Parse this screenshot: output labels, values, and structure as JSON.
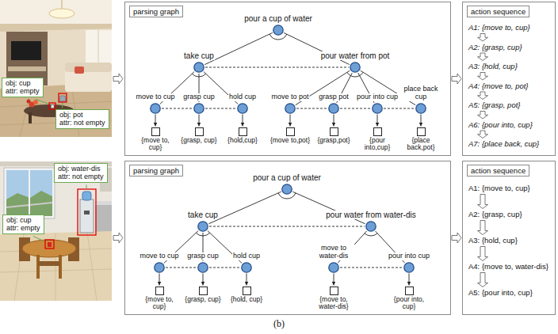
{
  "diagram": {
    "caption": "(b)",
    "nodes": [
      {
        "text": [
          "obj: cup",
          "attr: empty"
        ]
      },
      {
        "text": [
          "obj: pot",
          "attr: not empty"
        ]
      },
      {
        "text": [
          "parsing graph"
        ]
      },
      {
        "text": [
          "pour a cup of water"
        ],
        "in": 2
      },
      {
        "text": [
          "take cup"
        ],
        "in": 2
      },
      {
        "text": [
          "pour water from pot"
        ],
        "in": 2
      },
      {
        "text": [
          "move to cup"
        ],
        "in": 2
      },
      {
        "text": [
          "grasp cup"
        ],
        "in": 2
      },
      {
        "text": [
          "hold cup"
        ],
        "in": 2
      },
      {
        "text": [
          "move to pot"
        ],
        "in": 2
      },
      {
        "text": [
          "grasp pot"
        ],
        "in": 2
      },
      {
        "text": [
          "pour into cup"
        ],
        "in": 2
      },
      {
        "text": [
          "place back cup"
        ],
        "in": 2
      },
      {
        "text": [
          "{move to, cup}"
        ],
        "in": 2
      },
      {
        "text": [
          "{grasp, cup}"
        ],
        "in": 2
      },
      {
        "text": [
          "{hold,cup}"
        ],
        "in": 2
      },
      {
        "text": [
          "{move to,pot}"
        ],
        "in": 2
      },
      {
        "text": [
          "{grasp,pot}"
        ],
        "in": 2
      },
      {
        "text": [
          "{pour into,cup}"
        ],
        "in": 2
      },
      {
        "text": [
          "{place back,pot}"
        ],
        "in": 2
      },
      {
        "text": [
          "action sequence"
        ]
      },
      {
        "text": [
          "A1: {move to, cup}"
        ],
        "in": 20
      },
      {
        "text": [
          "A2: {grasp, cup}"
        ],
        "in": 20
      },
      {
        "text": [
          "A3: {hold, cup}"
        ],
        "in": 20
      },
      {
        "text": [
          "A4: {move to, pot}"
        ],
        "in": 20
      },
      {
        "text": [
          "A5: {grasp, pot}"
        ],
        "in": 20
      },
      {
        "text": [
          "A6: {pour into, cup}"
        ],
        "in": 20
      },
      {
        "text": [
          "A7: {place back, cup}"
        ],
        "in": 20
      },
      {
        "text": [
          "obj: water-dis",
          "attr: not empty"
        ]
      },
      {
        "text": [
          "obj: cup",
          "attr: empty"
        ]
      },
      {
        "text": [
          "parsing graph"
        ]
      },
      {
        "text": [
          "pour a cup of water"
        ],
        "in": 30
      },
      {
        "text": [
          "take cup"
        ],
        "in": 30
      },
      {
        "text": [
          "pour water from water-dis"
        ],
        "in": 30
      },
      {
        "text": [
          "move to cup"
        ],
        "in": 30
      },
      {
        "text": [
          "grasp cup"
        ],
        "in": 30
      },
      {
        "text": [
          "hold cup"
        ],
        "in": 30
      },
      {
        "text": [
          "move to water-dis"
        ],
        "in": 30
      },
      {
        "text": [
          "pour into cup"
        ],
        "in": 30
      },
      {
        "text": [
          "{move to, cup}"
        ],
        "in": 30
      },
      {
        "text": [
          "{grasp, cup}"
        ],
        "in": 30
      },
      {
        "text": [
          "{hold, cup}"
        ],
        "in": 30
      },
      {
        "text": [
          "{move to, water-dis}"
        ],
        "in": 30
      },
      {
        "text": [
          "{pour into, cup}"
        ],
        "in": 30
      },
      {
        "text": [
          "action sequence"
        ]
      },
      {
        "text": [
          "A1: {move to, cup}"
        ],
        "in": 44
      },
      {
        "text": [
          "A2: {grasp, cup}"
        ],
        "in": 44
      },
      {
        "text": [
          "A3: {hold, cup}"
        ],
        "in": 44
      },
      {
        "text": [
          "A4: {move to, water-dis}"
        ],
        "in": 44
      },
      {
        "text": [
          "A5: {pour into, cup}"
        ],
        "in": 44
      }
    ],
    "edges": [
      {
        "from": 3,
        "to": 4,
        "arrow": "none"
      },
      {
        "from": 3,
        "to": 5,
        "arrow": "none"
      },
      {
        "from": 4,
        "to": 6,
        "arrow": "none"
      },
      {
        "from": 4,
        "to": 7,
        "arrow": "none"
      },
      {
        "from": 4,
        "to": 8,
        "arrow": "none"
      },
      {
        "from": 5,
        "to": 9,
        "arrow": "none"
      },
      {
        "from": 5,
        "to": 10,
        "arrow": "none"
      },
      {
        "from": 5,
        "to": 11,
        "arrow": "none"
      },
      {
        "from": 5,
        "to": 12,
        "arrow": "none"
      },
      {
        "from": 4,
        "to": 5,
        "arrow": "none"
      },
      {
        "from": 6,
        "to": 7,
        "arrow": "none"
      },
      {
        "from": 7,
        "to": 8,
        "arrow": "none"
      },
      {
        "from": 9,
        "to": 10,
        "arrow": "none"
      },
      {
        "from": 10,
        "to": 11,
        "arrow": "none"
      },
      {
        "from": 11,
        "to": 12,
        "arrow": "none"
      },
      {
        "from": 6,
        "to": 13,
        "arrow": "to"
      },
      {
        "from": 7,
        "to": 14,
        "arrow": "to"
      },
      {
        "from": 8,
        "to": 15,
        "arrow": "to"
      },
      {
        "from": 9,
        "to": 16,
        "arrow": "to"
      },
      {
        "from": 10,
        "to": 17,
        "arrow": "to"
      },
      {
        "from": 11,
        "to": 18,
        "arrow": "to"
      },
      {
        "from": 12,
        "to": 19,
        "arrow": "to"
      },
      {
        "from": 2,
        "to": 20,
        "arrow": "to"
      },
      {
        "from": 21,
        "to": 22,
        "arrow": "to"
      },
      {
        "from": 22,
        "to": 23,
        "arrow": "to"
      },
      {
        "from": 23,
        "to": 24,
        "arrow": "to"
      },
      {
        "from": 24,
        "to": 25,
        "arrow": "to"
      },
      {
        "from": 25,
        "to": 26,
        "arrow": "to"
      },
      {
        "from": 26,
        "to": 27,
        "arrow": "to"
      },
      {
        "from": 31,
        "to": 32,
        "arrow": "none"
      },
      {
        "from": 31,
        "to": 33,
        "arrow": "none"
      },
      {
        "from": 32,
        "to": 34,
        "arrow": "none"
      },
      {
        "from": 32,
        "to": 35,
        "arrow": "none"
      },
      {
        "from": 32,
        "to": 36,
        "arrow": "none"
      },
      {
        "from": 33,
        "to": 37,
        "arrow": "none"
      },
      {
        "from": 33,
        "to": 38,
        "arrow": "none"
      },
      {
        "from": 32,
        "to": 33,
        "arrow": "none"
      },
      {
        "from": 34,
        "to": 35,
        "arrow": "none"
      },
      {
        "from": 35,
        "to": 36,
        "arrow": "none"
      },
      {
        "from": 37,
        "to": 38,
        "arrow": "none"
      },
      {
        "from": 34,
        "to": 39,
        "arrow": "to"
      },
      {
        "from": 35,
        "to": 40,
        "arrow": "to"
      },
      {
        "from": 36,
        "to": 41,
        "arrow": "to"
      },
      {
        "from": 37,
        "to": 42,
        "arrow": "to"
      },
      {
        "from": 38,
        "to": 43,
        "arrow": "to"
      },
      {
        "from": 30,
        "to": 44,
        "arrow": "to"
      },
      {
        "from": 45,
        "to": 46,
        "arrow": "to"
      },
      {
        "from": 46,
        "to": 47,
        "arrow": "to"
      },
      {
        "from": 47,
        "to": 48,
        "arrow": "to"
      },
      {
        "from": 48,
        "to": 49,
        "arrow": "to"
      }
    ]
  }
}
